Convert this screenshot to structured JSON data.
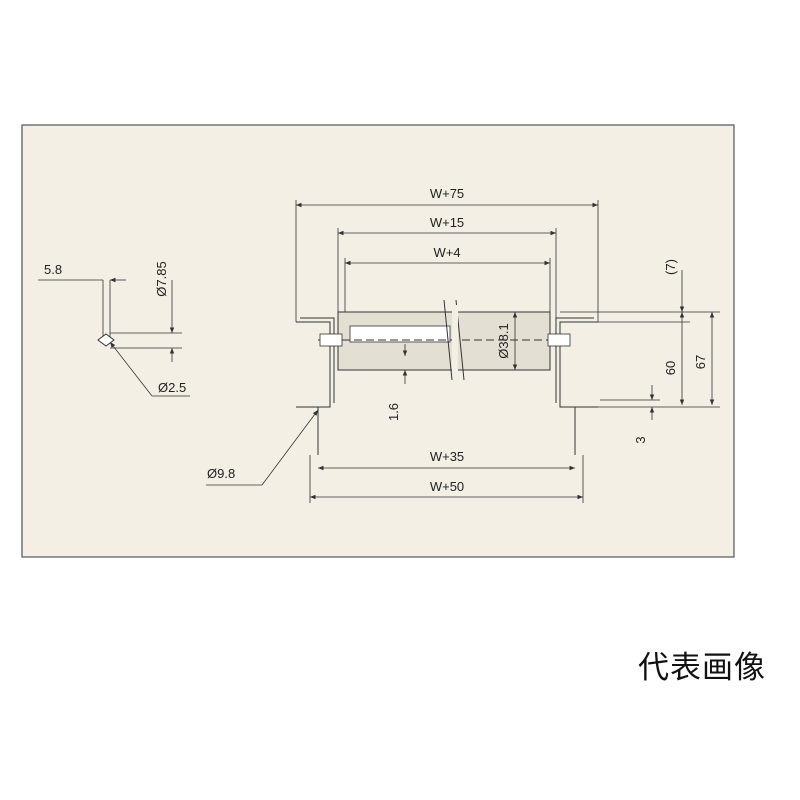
{
  "drawing": {
    "colors": {
      "panel_bg": "#f3efe4",
      "panel_border": "#555555",
      "line": "#333333",
      "roller": "#e4dfd3"
    },
    "dimensions": {
      "w75": "W+75",
      "w15": "W+15",
      "w4": "W+4",
      "w35": "W+35",
      "w50": "W+50",
      "d381": "Ø38.1",
      "t16": "1.6",
      "d98": "Ø9.8",
      "s7": "(7)",
      "h60": "60",
      "h67": "67",
      "t3": "3",
      "w58": "5.8",
      "d785": "Ø7.85",
      "d25": "Ø2.5"
    }
  },
  "caption": "代表画像"
}
